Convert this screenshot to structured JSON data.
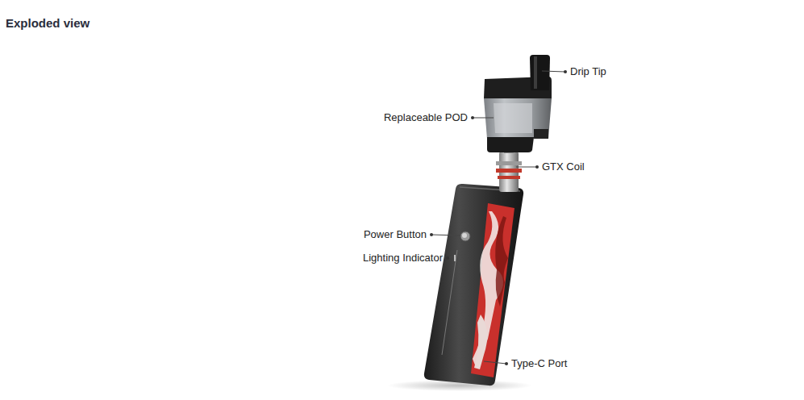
{
  "diagram": {
    "title": "Exploded view",
    "labels": [
      "Drip Tip",
      "Replaceable POD",
      "GTX Coil",
      "Power Button",
      "Lighting Indicator",
      "Type-C Port"
    ]
  }
}
